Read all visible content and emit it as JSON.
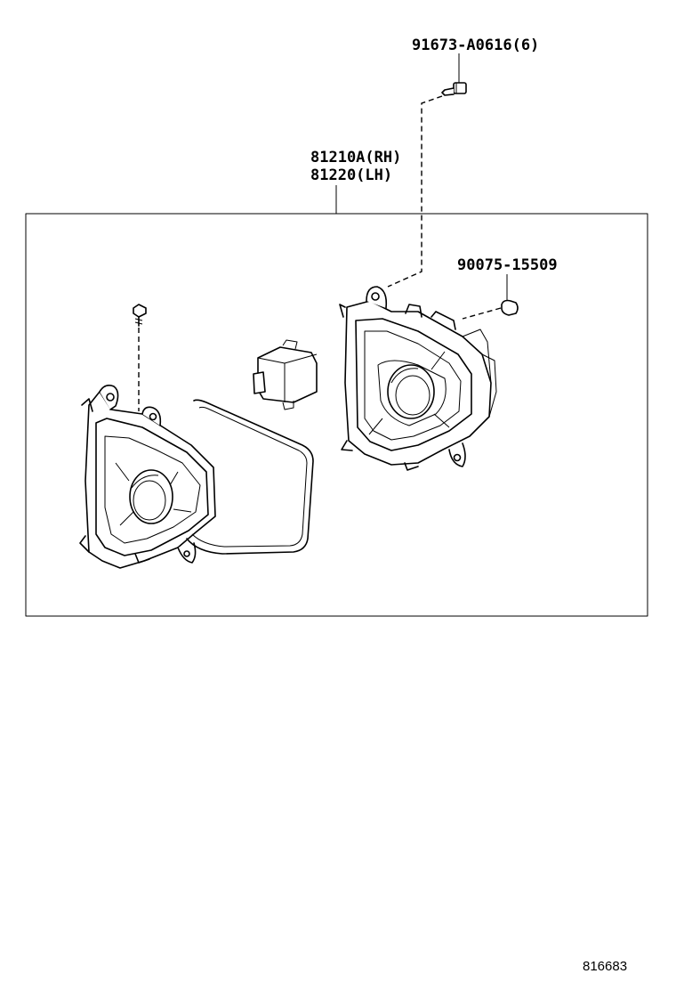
{
  "labels": {
    "bolt_part": "91673-A0616(6)",
    "assembly_part_rh": "81210A(RH)",
    "assembly_part_lh": "81220(LH)",
    "clip_part": "90075-15509",
    "figure_ref": "816683"
  }
}
